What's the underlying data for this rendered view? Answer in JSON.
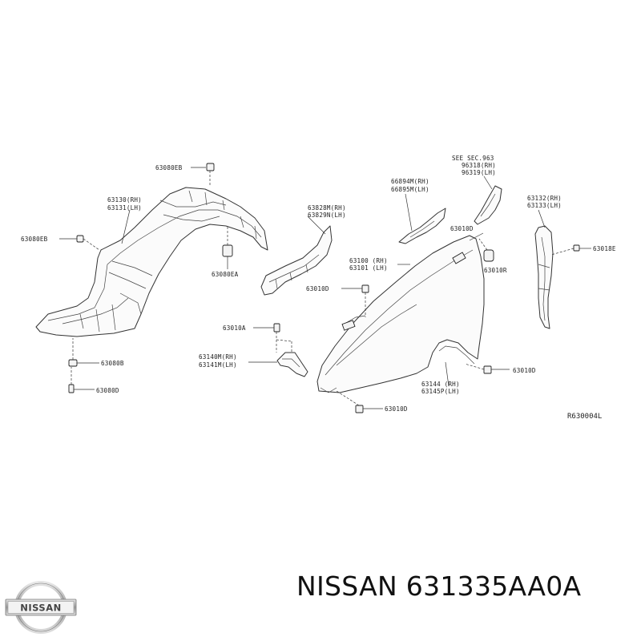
{
  "callouts": {
    "c63080eb_top": "63080EB",
    "c63130": "63130(RH)",
    "c63131": "63131(LH)",
    "c63080eb_left": "63080EB",
    "c63080ea": "63080EA",
    "c63010a": "63010A",
    "c63140m": "63140M(RH)",
    "c63141m": "63141M(LH)",
    "c63080b_1": "63080B",
    "c63080d": "63080D",
    "c63828m": "63828M(RH)",
    "c63829n": "63829N(LH)",
    "c63010d_mid": "63010D",
    "c66894m": "66894M(RH)",
    "c66895m": "66895M(LH)",
    "c63100": "63100 (RH)",
    "c63101": "63101 (LH)",
    "see_sec": "SEE SEC.963",
    "c96318": "96318(RH)",
    "c96319": "96319(LH)",
    "c63010d_right": "63010D",
    "c63010r": "63010R",
    "c63132": "63132(RH)",
    "c63133": "63133(LH)",
    "c63018e": "63018E",
    "c63010d_low": "63010D",
    "c63144": "63144 (RH)",
    "c63145p": "63145P(LH)",
    "c63010d_bottom": "63010D"
  },
  "reference_code": "R630004L",
  "caption": "NISSAN 631335AA0A",
  "logo_text": "NISSAN"
}
